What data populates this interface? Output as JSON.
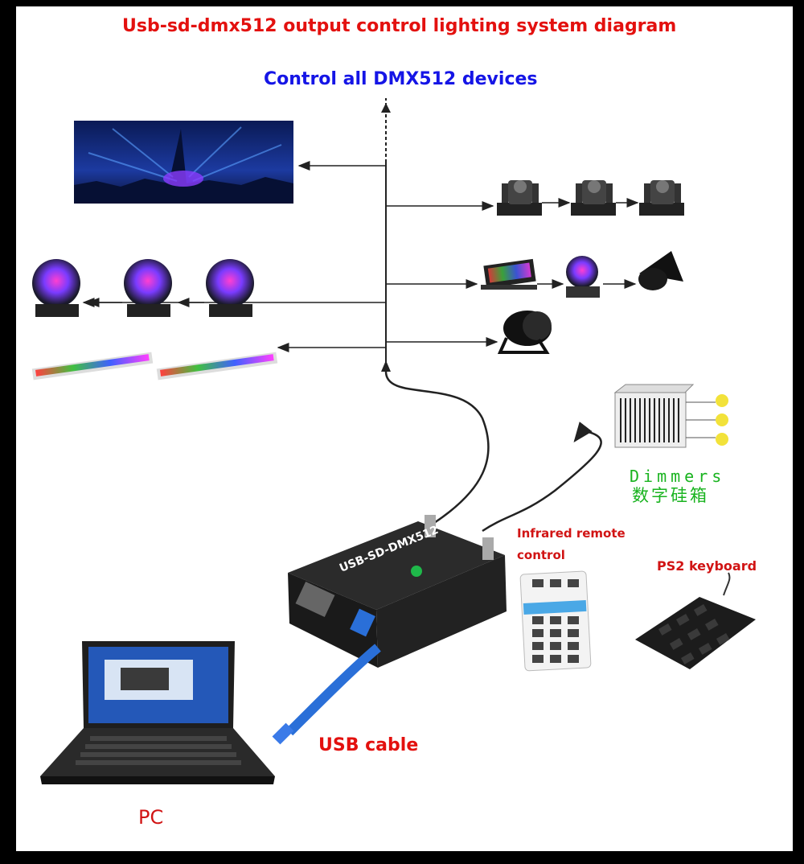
{
  "title": "Usb-sd-dmx512 output control lighting system diagram",
  "subtitle": "Control all DMX512 devices",
  "labels": {
    "infrared_remote": "Infrared remote control",
    "ps2_keyboard": "PS2 keyboard",
    "usb_cable": "USB cable",
    "pc": "PC",
    "dimmers_en": "Dimmers",
    "dimmers_cn": "数字硅箱"
  },
  "device_text": {
    "controller": "USB-SD-DMX512"
  },
  "colors": {
    "title_red": "#e3110f",
    "subtitle_blue": "#1515e6",
    "label_red": "#d11414",
    "dimmer_green": "#19b31f",
    "background": "#ffffff",
    "frame": "#000000"
  }
}
